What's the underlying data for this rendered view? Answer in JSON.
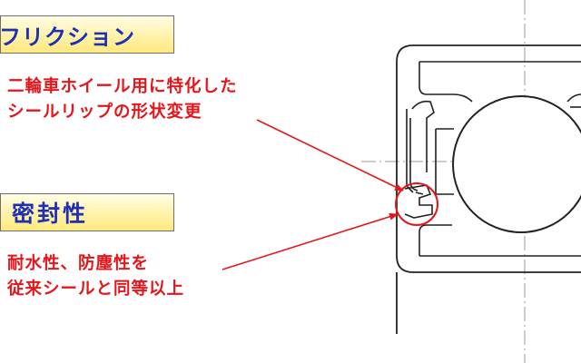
{
  "friction": {
    "heading": "フリクション",
    "lines": [
      "二輪車ホイール用に特化した",
      "シールリップの形状変更"
    ]
  },
  "sealing": {
    "heading": "密封性",
    "lines": [
      "耐水性、防塵性を",
      "従来シールと同等以上"
    ]
  },
  "colors": {
    "heading_text": "#1f2fb5",
    "callout_red": "#e4161b",
    "heading_fill": "#fff2a8",
    "line_art": "#222222"
  }
}
